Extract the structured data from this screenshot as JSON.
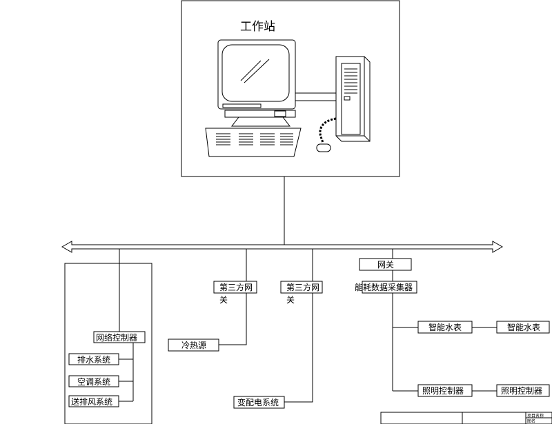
{
  "workstation": {
    "title": "工作站"
  },
  "network_controller": {
    "label": "网络控制器",
    "systems": [
      "排水系统",
      "空调系统",
      "送排风系统"
    ]
  },
  "third_party_gateway_1": {
    "line1": "第三方网",
    "line2": "关"
  },
  "third_party_gateway_2": {
    "line1": "第三方网",
    "line2": "关"
  },
  "cold_heat_source": {
    "label": "冷热源"
  },
  "power_distribution": {
    "label": "变配电系统"
  },
  "gateway": {
    "label": "网关"
  },
  "energy_collector": {
    "label": "能耗数据采集器"
  },
  "smart_water_meters": [
    "智能水表",
    "智能水表"
  ],
  "lighting_controllers": [
    "照明控制器",
    "照明控制器"
  ],
  "title_block": {
    "line1": "项目名称",
    "line2": "图名"
  }
}
